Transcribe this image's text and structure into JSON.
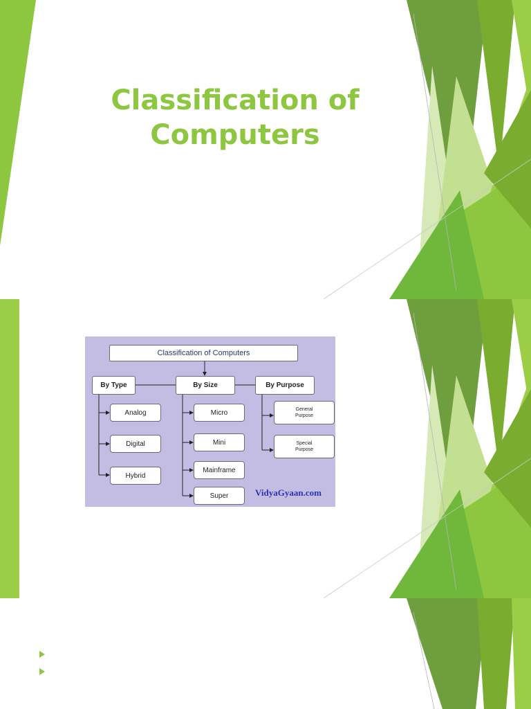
{
  "colors": {
    "accent": "#8dc63f",
    "diagram_bg": "#c3bce3",
    "credit": "#2a35b0"
  },
  "slide1": {
    "title_line1": "Classification of",
    "title_line2": "Computers"
  },
  "slide2": {
    "diagram": {
      "root": "Classification of Computers",
      "categories": [
        {
          "label": "By Type",
          "children": [
            "Analog",
            "Digital",
            "Hybrid"
          ]
        },
        {
          "label": "By Size",
          "children": [
            "Micro",
            "Mini",
            "Mainframe",
            "Super"
          ]
        },
        {
          "label": "By Purpose",
          "children": [
            {
              "line1": "General",
              "line2": "Purpose"
            },
            {
              "line1": "Special",
              "line2": "Purpose"
            }
          ]
        }
      ],
      "credit": "VidyaGyaan.com"
    }
  },
  "slide3": {
    "bullets": [
      "",
      ""
    ]
  }
}
